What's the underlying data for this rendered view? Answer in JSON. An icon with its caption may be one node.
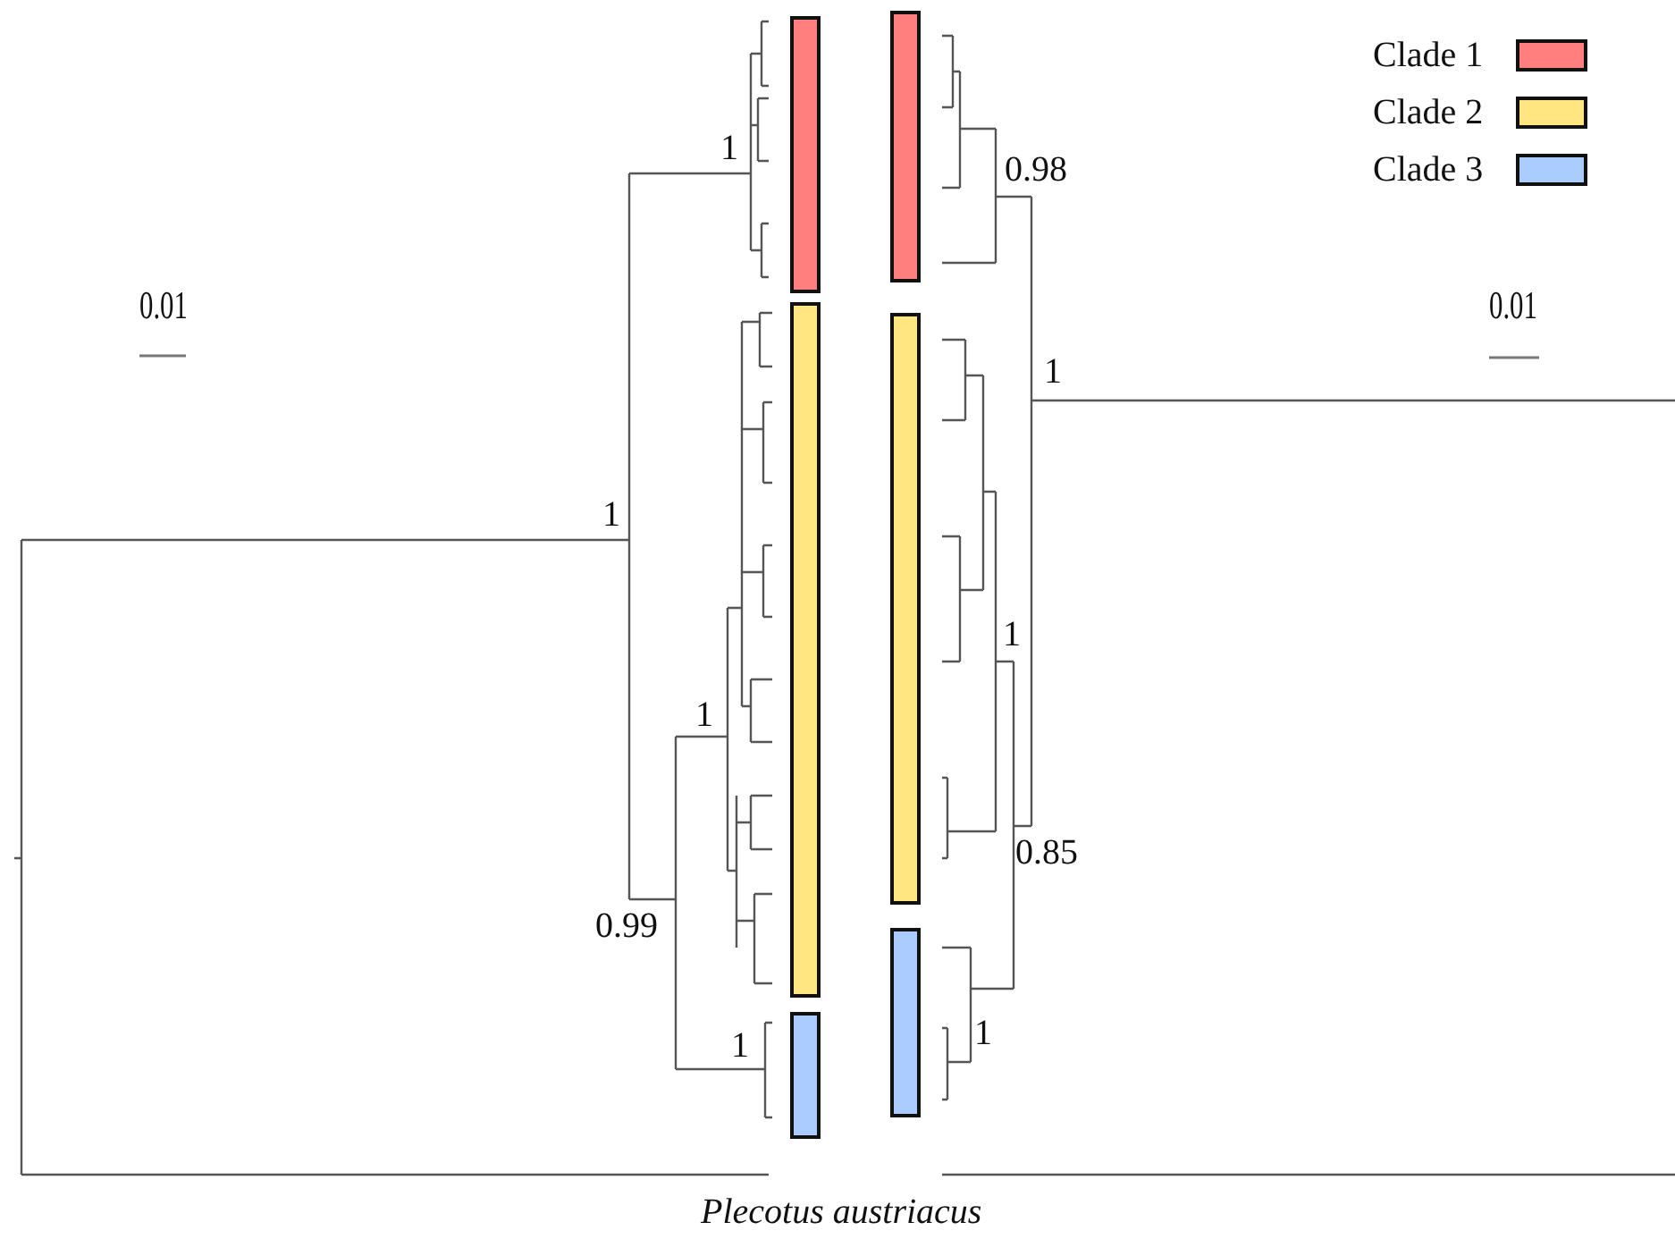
{
  "diagram": {
    "labels": [
      "1",
      "0.98",
      "0.01",
      "0.01",
      "1",
      "1",
      "1",
      "1",
      "0.85",
      "0.99",
      "1",
      "1",
      "Plecotus austriacus"
    ],
    "legend": [
      {
        "text": "Clade 1",
        "color": "#ff7f7f"
      },
      {
        "text": "Clade 2",
        "color": "#ffe680"
      },
      {
        "text": "Clade 3",
        "color": "#aaccff"
      }
    ]
  }
}
